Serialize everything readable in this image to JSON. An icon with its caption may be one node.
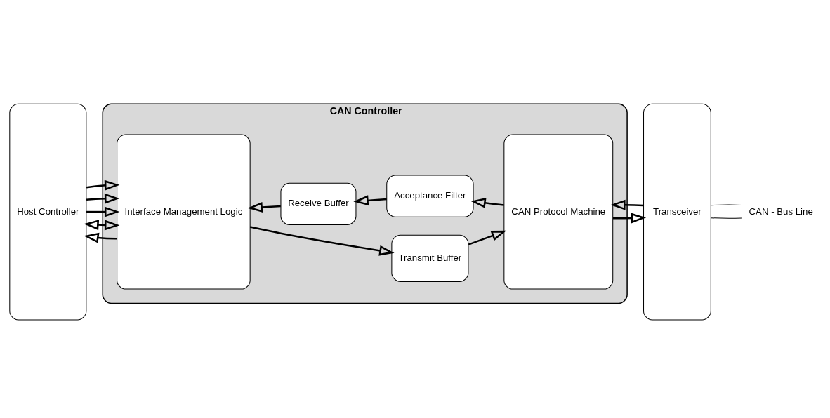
{
  "diagram": {
    "nodes": [
      {
        "text": [
          "Host Controller"
        ]
      },
      {
        "text": [
          "CAN Controller"
        ]
      },
      {
        "text": [
          "Interface Management Logic"
        ],
        "in": 1
      },
      {
        "text": [
          "Transmit Buffer"
        ],
        "in": 1
      },
      {
        "text": [
          "CAN Protocol Machine"
        ],
        "in": 1
      },
      {
        "text": [
          "Receive Buffer"
        ],
        "in": 1
      },
      {
        "text": [
          "Acceptance Filter"
        ],
        "in": 1
      },
      {
        "text": [
          "Transceiver"
        ]
      },
      {
        "text": [
          "CAN - Bus Line"
        ]
      }
    ],
    "edges": [
      {
        "from": 0,
        "to": 2,
        "arrow": "both"
      },
      {
        "from": 2,
        "to": 0,
        "arrow": "to"
      },
      {
        "from": 0,
        "to": 2,
        "arrow": "to"
      },
      {
        "from": 0,
        "to": 2,
        "arrow": "to"
      },
      {
        "from": 0,
        "to": 2,
        "arrow": "to"
      },
      {
        "from": 2,
        "to": 3,
        "arrow": "to"
      },
      {
        "from": 3,
        "to": 4,
        "arrow": "to"
      },
      {
        "from": 7,
        "to": 4,
        "arrow": "to"
      },
      {
        "from": 4,
        "to": 7,
        "arrow": "to"
      },
      {
        "from": 4,
        "to": 6,
        "arrow": "to"
      },
      {
        "from": 6,
        "to": 5,
        "arrow": "to"
      },
      {
        "from": 5,
        "to": 2,
        "arrow": "to"
      },
      {
        "from": 7,
        "to": 8,
        "arrow": "none"
      },
      {
        "from": 7,
        "to": 8,
        "arrow": "none"
      }
    ]
  }
}
